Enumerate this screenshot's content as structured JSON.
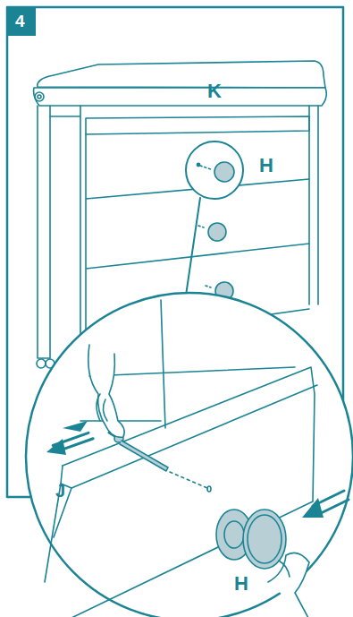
{
  "diagram": {
    "labels": [
      "4",
      "K",
      "H",
      "J",
      "H"
    ]
  }
}
